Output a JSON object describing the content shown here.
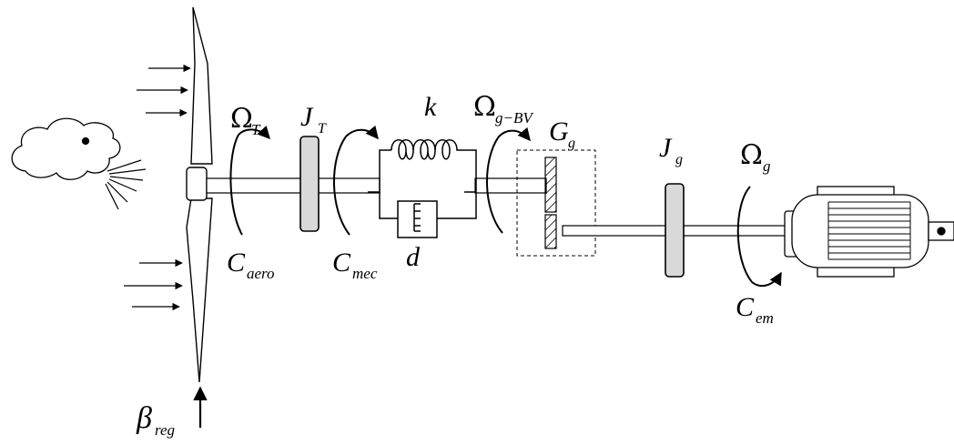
{
  "diagram": {
    "symbols": {
      "omega_t": {
        "main": "Ω",
        "sub": "T"
      },
      "j_t": {
        "main": "J",
        "sub": "T"
      },
      "k": {
        "main": "k"
      },
      "omega_g_bv": {
        "main": "Ω",
        "sub": "g−BV"
      },
      "g_g": {
        "main": "G",
        "sub": "g"
      },
      "j_g": {
        "main": "J",
        "sub": "g"
      },
      "omega_g": {
        "main": "Ω",
        "sub": "g"
      },
      "c_aero": {
        "main": "C",
        "sub": "aero"
      },
      "c_mec": {
        "main": "C",
        "sub": "mec"
      },
      "d": {
        "main": "d"
      },
      "c_em": {
        "main": "C",
        "sub": "em"
      },
      "beta_reg": {
        "main": "β",
        "sub": "reg"
      }
    },
    "colors": {
      "stroke": "#000000",
      "inertia_fill": "#d9d9d9",
      "background": "#ffffff"
    }
  }
}
